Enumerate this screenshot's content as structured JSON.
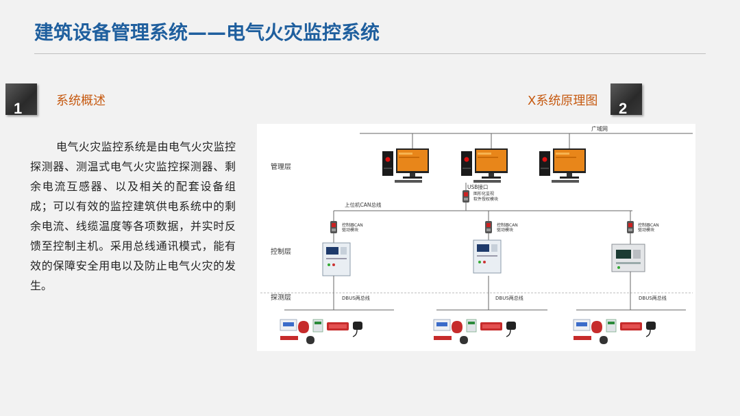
{
  "title": "建筑设备管理系统——电气火灾监控系统",
  "section1": {
    "number": "1",
    "label": "系统概述"
  },
  "section2": {
    "number": "2",
    "label": "X系统原理图"
  },
  "overview_text": "电气火灾监控系统是由电气火灾监控探测器、测温式电气火灾监控探测器、剩余电流互感器、以及相关的配套设备组成；可以有效的监控建筑供电系统中的剩余电流、线缆温度等各项数据，并实时反馈至控制主机。采用总线通讯模式，能有效的保障安全用电以及防止电气火灾的发生。",
  "diagram": {
    "wan": "广域网",
    "layers": {
      "management": "管理层",
      "control": "控制层",
      "detection": "探测层"
    },
    "usb": "USB接口",
    "converter": [
      "图形化监视",
      "软件授权模块"
    ],
    "can_bus": "上位机CAN总线",
    "can_module": [
      "控制器CAN",
      "驱动模块"
    ],
    "dbus": "DBUS两总线"
  },
  "colors": {
    "title": "#1f5f9e",
    "section": "#c65a11",
    "screen": "#e8861a"
  }
}
